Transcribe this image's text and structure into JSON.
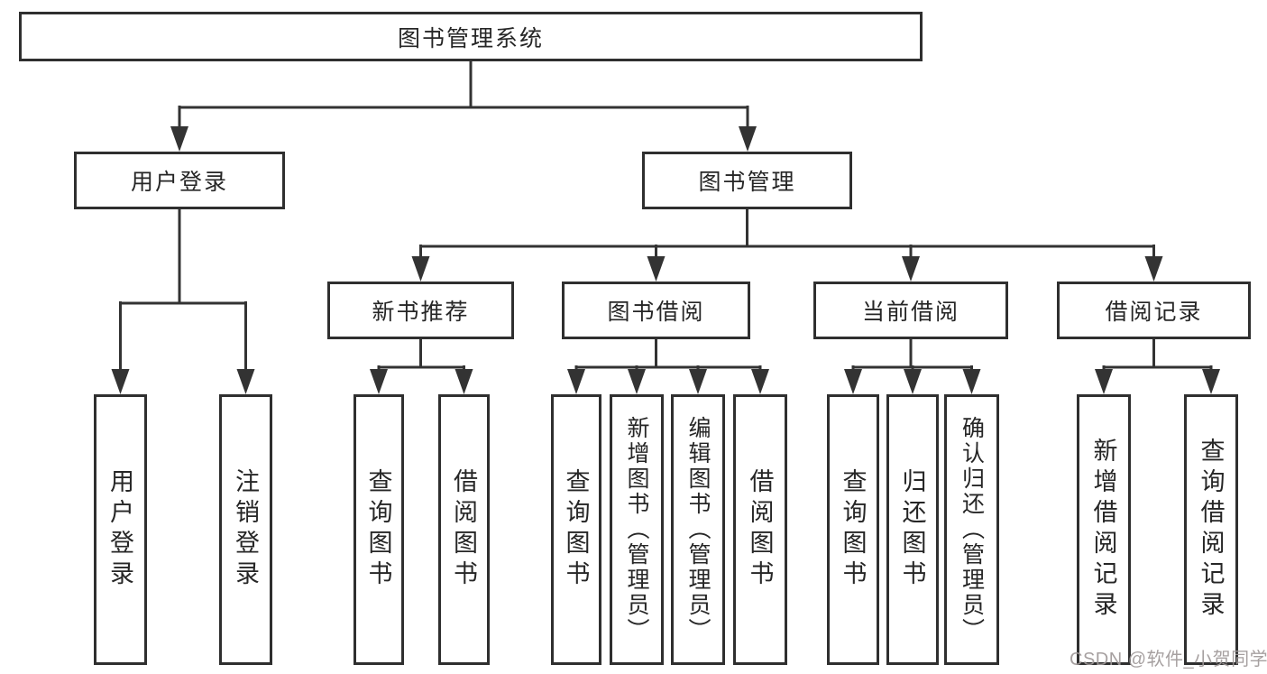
{
  "watermark": {
    "text": "CSDN @软件_小贺同学"
  },
  "tree": {
    "root": {
      "label": "图书管理系统"
    },
    "children": [
      {
        "label": "用户登录",
        "children": [
          {
            "label": "用户登录"
          },
          {
            "label": "注销登录"
          }
        ]
      },
      {
        "label": "图书管理",
        "children": [
          {
            "label": "新书推荐",
            "children": [
              {
                "label": "查询图书"
              },
              {
                "label": "借阅图书"
              }
            ]
          },
          {
            "label": "图书借阅",
            "children": [
              {
                "label": "查询图书"
              },
              {
                "label": "新增图书（管理员）"
              },
              {
                "label": "编辑图书（管理员）"
              },
              {
                "label": "借阅图书"
              }
            ]
          },
          {
            "label": "当前借阅",
            "children": [
              {
                "label": "查询图书"
              },
              {
                "label": "归还图书"
              },
              {
                "label": "确认归还（管理员）"
              }
            ]
          },
          {
            "label": "借阅记录",
            "children": [
              {
                "label": "新增借阅记录"
              },
              {
                "label": "查询借阅记录"
              }
            ]
          }
        ]
      }
    ]
  }
}
